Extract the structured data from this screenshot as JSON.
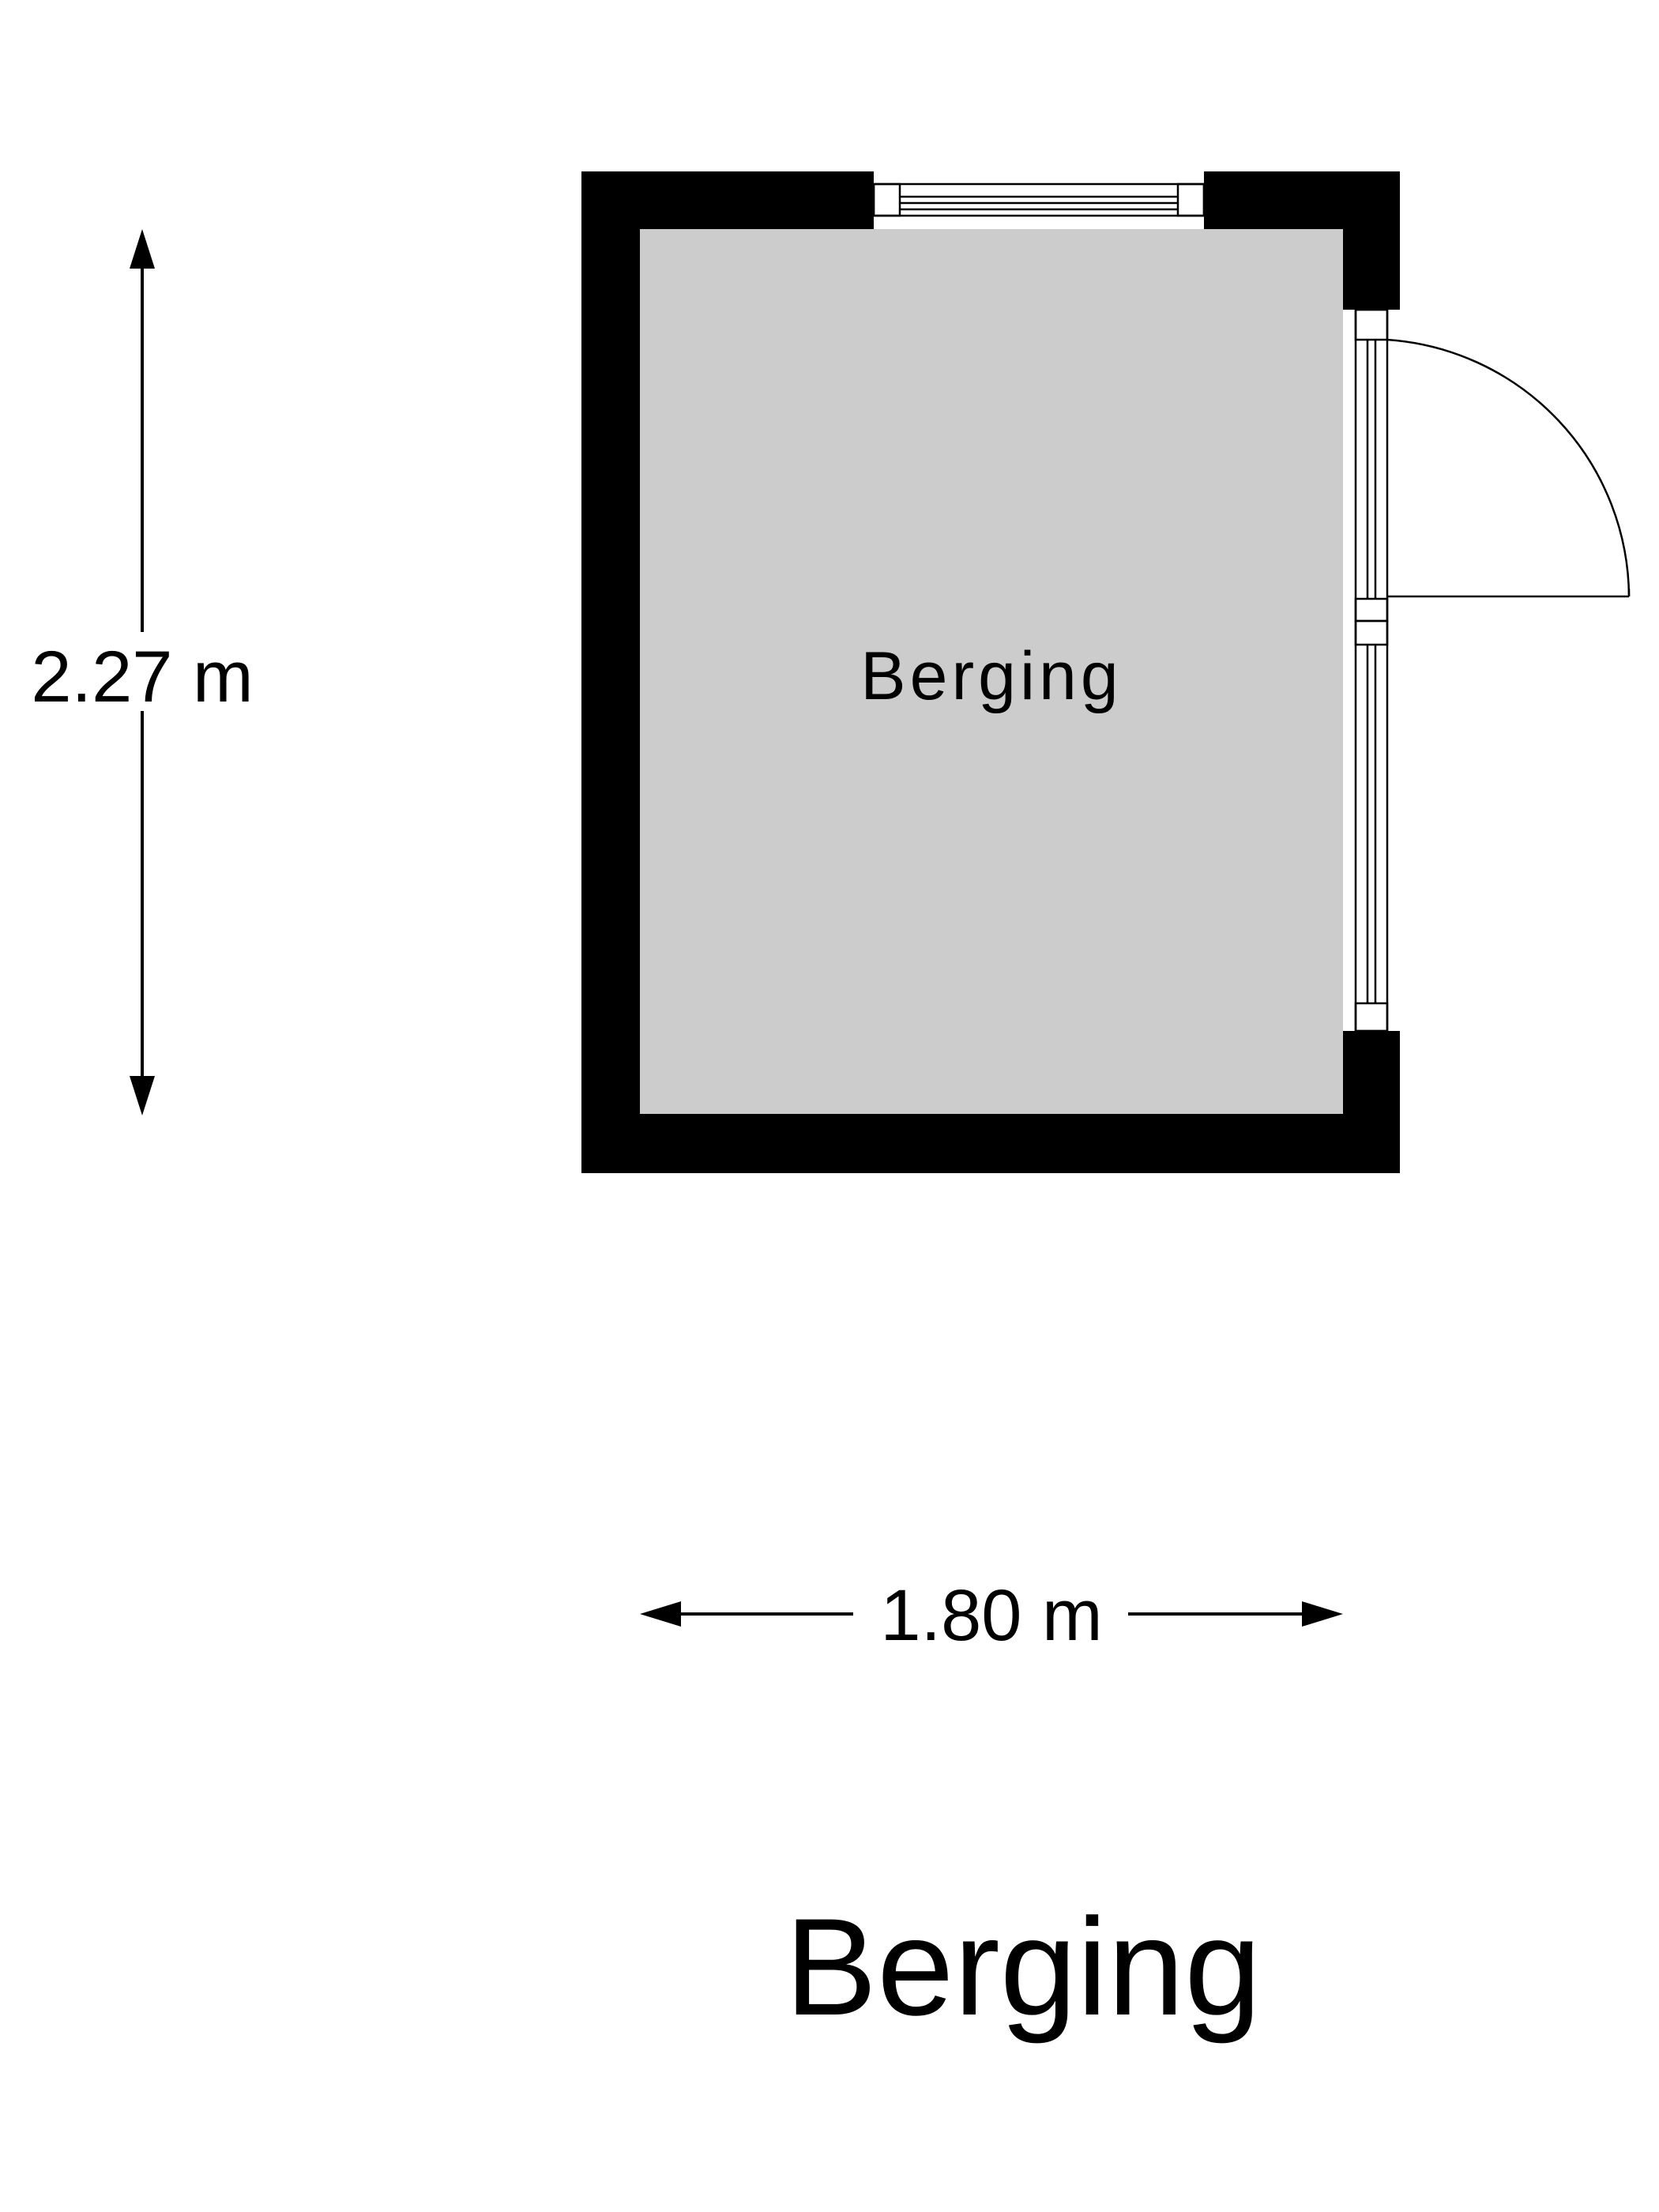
{
  "room": {
    "label": "Berging",
    "fill_color": "#cccccc"
  },
  "walls": {
    "color": "#000000"
  },
  "dimensions": {
    "height_label": "2.27 m",
    "width_label": "1.80 m"
  },
  "plan_title": "Berging"
}
